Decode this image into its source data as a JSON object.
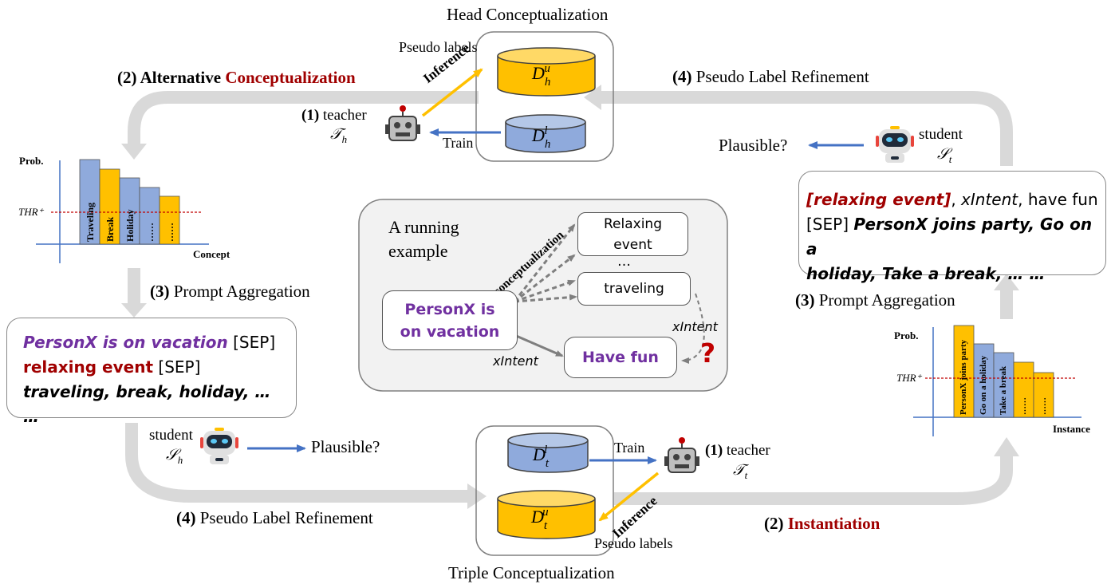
{
  "head": {
    "title": "Head Conceptualization",
    "pseudo_labels": "Pseudo labels",
    "db_unlabeled_base": "D",
    "db_unlabeled_sub": "h",
    "db_unlabeled_sup": "u",
    "db_labeled_base": "D",
    "db_labeled_sub": "h",
    "db_labeled_sup": "l",
    "inference": "Inference",
    "train": "Train",
    "step_num": "(2)",
    "step_word1": "Alternative",
    "step_word2": "Conceptualization",
    "teacher_num": "(1)",
    "teacher_word": "teacher",
    "teacher_symbol": "𝒯",
    "teacher_sub": "h",
    "refine_num": "(4)",
    "refine_text": "Pseudo Label Refinement"
  },
  "left_chart": {
    "ylabel": "Prob.",
    "xlabel": "Concept",
    "threshold_label": "THR⁺",
    "bar_labels": [
      "Traveling",
      "Break",
      "Holiday",
      "……",
      "……"
    ]
  },
  "left_prompt": {
    "step_num": "(3)",
    "step_text": "Prompt Aggregation",
    "head_event": "PersonX is on vacation",
    "sep": "[SEP]",
    "concept": "relaxing event",
    "instances": "traveling, break, holiday, … …",
    "student_word": "student",
    "student_symbol": "𝒮",
    "student_sub": "h",
    "plausible": "Plausible?",
    "refine_num": "(4)",
    "refine_text": "Pseudo Label Refinement"
  },
  "running_example": {
    "title_line1": "A running",
    "title_line2": "example",
    "conceptualization": "conceptualization",
    "node_relaxing_line1": "Relaxing",
    "node_relaxing_line2": "event",
    "ellipsis": "…",
    "node_traveling": "traveling",
    "node_personx_line1": "PersonX is",
    "node_personx_line2": "on vacation",
    "node_havefun": "Have fun",
    "xintent_bottom": "xIntent",
    "xintent_right": "xIntent",
    "question": "?"
  },
  "triple": {
    "title": "Triple Conceptualization",
    "pseudo_labels": "Pseudo labels",
    "db_labeled_base": "D",
    "db_labeled_sub": "t",
    "db_labeled_sup": "l",
    "db_unlabeled_base": "D",
    "db_unlabeled_sub": "t",
    "db_unlabeled_sup": "u",
    "train": "Train",
    "inference": "Inference",
    "teacher_num": "(1)",
    "teacher_word": "teacher",
    "teacher_symbol": "𝒯",
    "teacher_sub": "t",
    "step_num": "(2)",
    "step_word": "Instantiation"
  },
  "right": {
    "student_word": "student",
    "student_symbol": "𝒮",
    "student_sub": "t",
    "plausible": "Plausible?",
    "prompt_concept": "[relaxing event]",
    "prompt_rel": "xIntent",
    "prompt_tail": ", have fun",
    "prompt_sep": "[SEP]",
    "prompt_instances_1": "PersonX joins party, Go on a",
    "prompt_instances_2": "holiday, Take a break, … …",
    "step_num": "(3)",
    "step_text": "Prompt Aggregation"
  },
  "right_chart": {
    "ylabel": "Prob.",
    "xlabel": "Instance",
    "threshold_label": "THR⁺",
    "bar_labels": [
      "PersonX joins party",
      "Go on a holiday",
      "Take a break",
      "……",
      "……"
    ]
  },
  "colors": {
    "blue_bar": "#8faadc",
    "gold_bar": "#ffc000",
    "arrow_blue": "#4472c4",
    "concept_red": "#a00000",
    "purple": "#7030a0",
    "flow_gray": "#d9d9d9"
  },
  "icons": [
    "robot-icon"
  ]
}
